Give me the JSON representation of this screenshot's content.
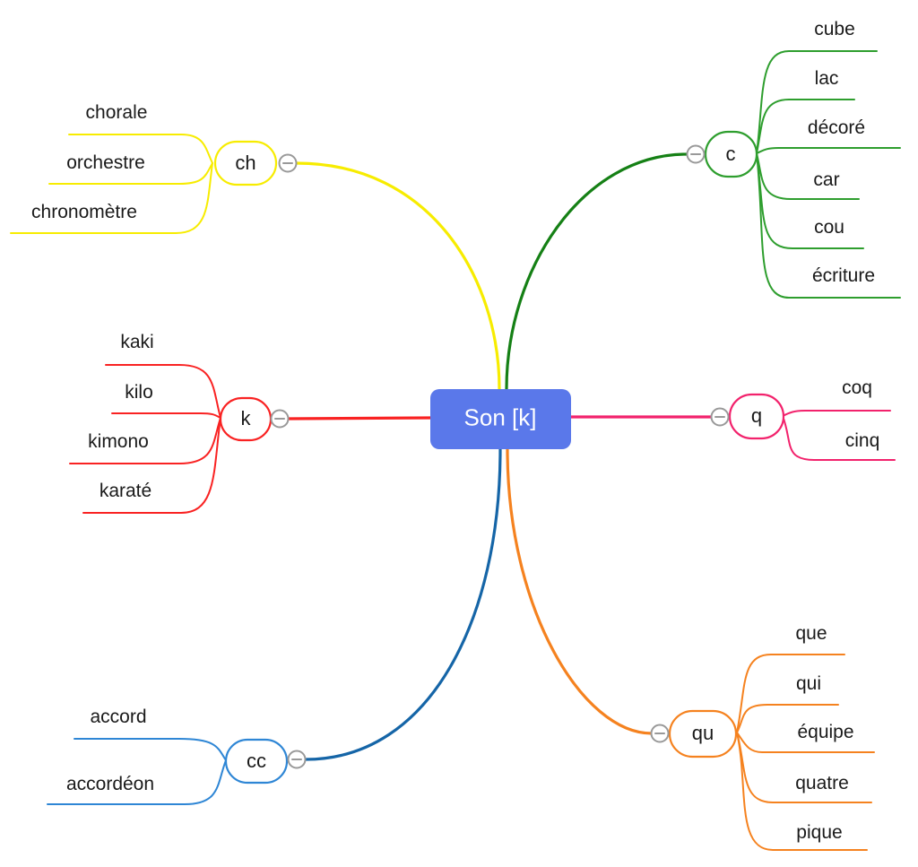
{
  "center": {
    "label": "Son [k]",
    "fill": "#5A78EA",
    "text_color": "#FFFFFF"
  },
  "collapse_icon": {
    "color": "#999999"
  },
  "branches": [
    {
      "label": "c",
      "color": "#2E9E2E",
      "trunk_color": "#158015",
      "position": "top-right",
      "words": [
        "cube",
        "lac",
        "décoré",
        "car",
        "cou",
        "écriture"
      ]
    },
    {
      "label": "q",
      "color": "#F2226C",
      "trunk_color": "#F2226C",
      "position": "right",
      "words": [
        "coq",
        "cinq"
      ]
    },
    {
      "label": "qu",
      "color": "#F5821F",
      "trunk_color": "#F5821F",
      "position": "bottom-right",
      "words": [
        "que",
        "qui",
        "équipe",
        "quatre",
        "pique"
      ]
    },
    {
      "label": "cc",
      "color": "#2E86D5",
      "trunk_color": "#1565A7",
      "position": "bottom-left",
      "words": [
        "accord",
        "accordéon"
      ]
    },
    {
      "label": "k",
      "color": "#F92222",
      "trunk_color": "#F92222",
      "position": "left",
      "words": [
        "kaki",
        "kilo",
        "kimono",
        "karaté"
      ]
    },
    {
      "label": "ch",
      "color": "#F7EC00",
      "trunk_color": "#F7EC00",
      "position": "top-left",
      "words": [
        "chorale",
        "orchestre",
        "chronomètre"
      ]
    }
  ]
}
